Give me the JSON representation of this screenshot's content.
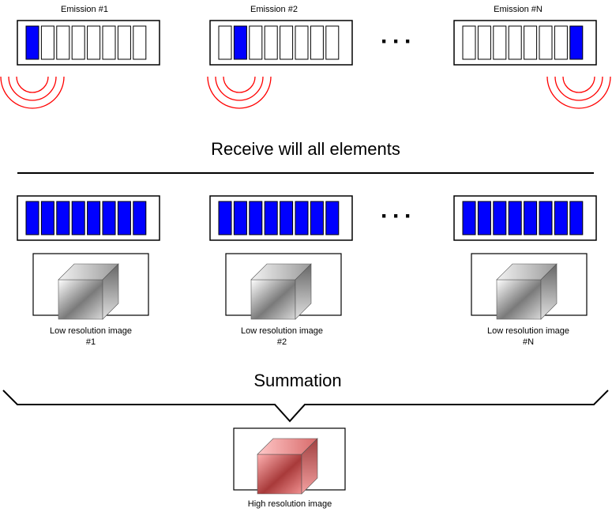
{
  "emission": {
    "labels": [
      "Emission #1",
      "Emission #2",
      "Emission #N"
    ],
    "active_elements": [
      1,
      2,
      8
    ],
    "element_count": 8,
    "active_color": "#0000ff"
  },
  "ellipsis": "···",
  "receive_title": "Receive will all elements",
  "receive_color": "#0000ff",
  "low_res": {
    "line1": "Low resolution image",
    "numbers": [
      "#1",
      "#2",
      "#N"
    ]
  },
  "summation_title": "Summation",
  "high_res_label": "High resolution image",
  "colors": {
    "wave": "#ff0000",
    "cube_gray": "#9a9a9a",
    "cube_red": "#e06060"
  }
}
